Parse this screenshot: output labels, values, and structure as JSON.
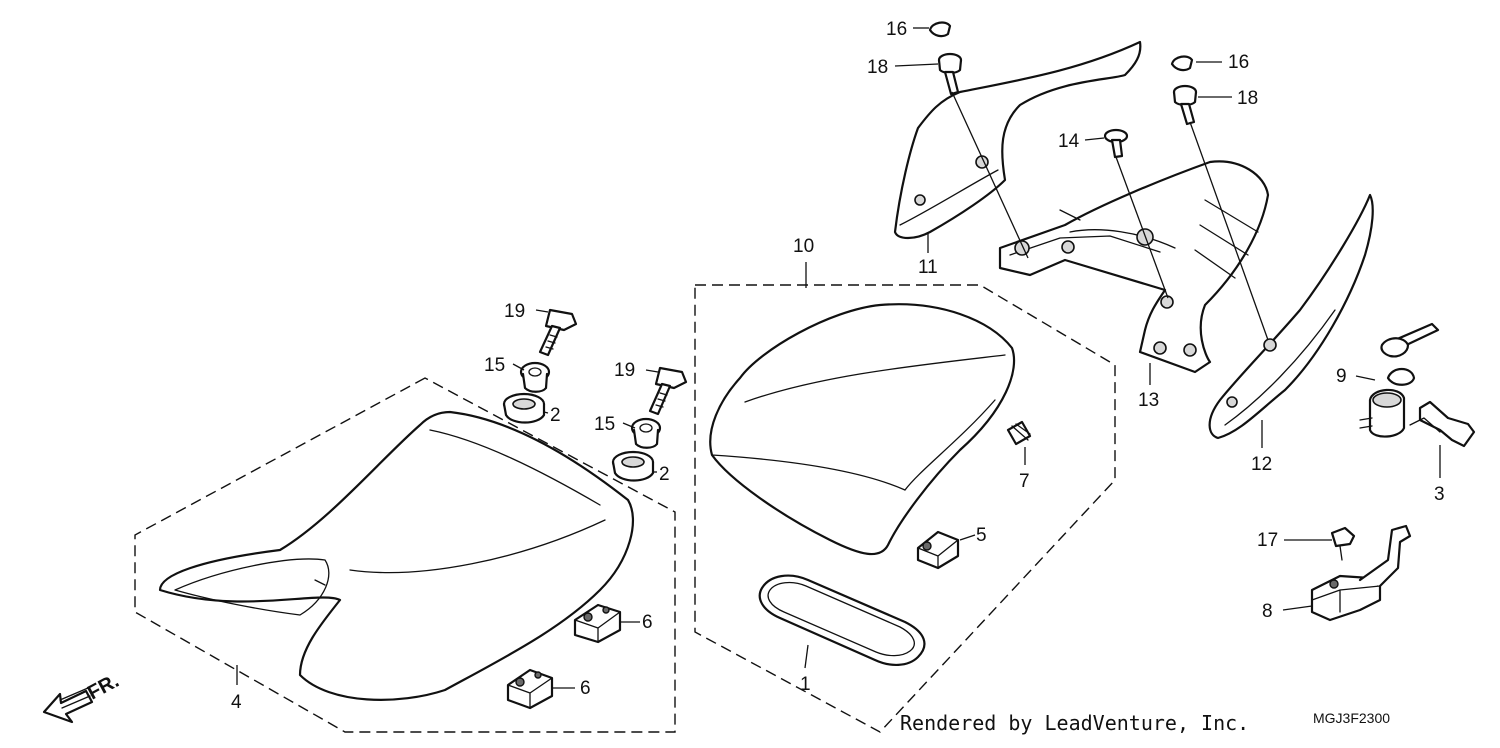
{
  "diagram": {
    "callouts": {
      "c1": "1",
      "c2a": "2",
      "c2b": "2",
      "c3": "3",
      "c4": "4",
      "c5": "5",
      "c6a": "6",
      "c6b": "6",
      "c7": "7",
      "c8": "8",
      "c9": "9",
      "c10": "10",
      "c11": "11",
      "c12": "12",
      "c13": "13",
      "c14": "14",
      "c15a": "15",
      "c15b": "15",
      "c16a": "16",
      "c16b": "16",
      "c17": "17",
      "c18a": "18",
      "c18b": "18",
      "c19a": "19",
      "c19b": "19"
    },
    "direction_label": "FR.",
    "credit": "Rendered by LeadVenture, Inc.",
    "drawing_code": "MGJ3F2300"
  }
}
